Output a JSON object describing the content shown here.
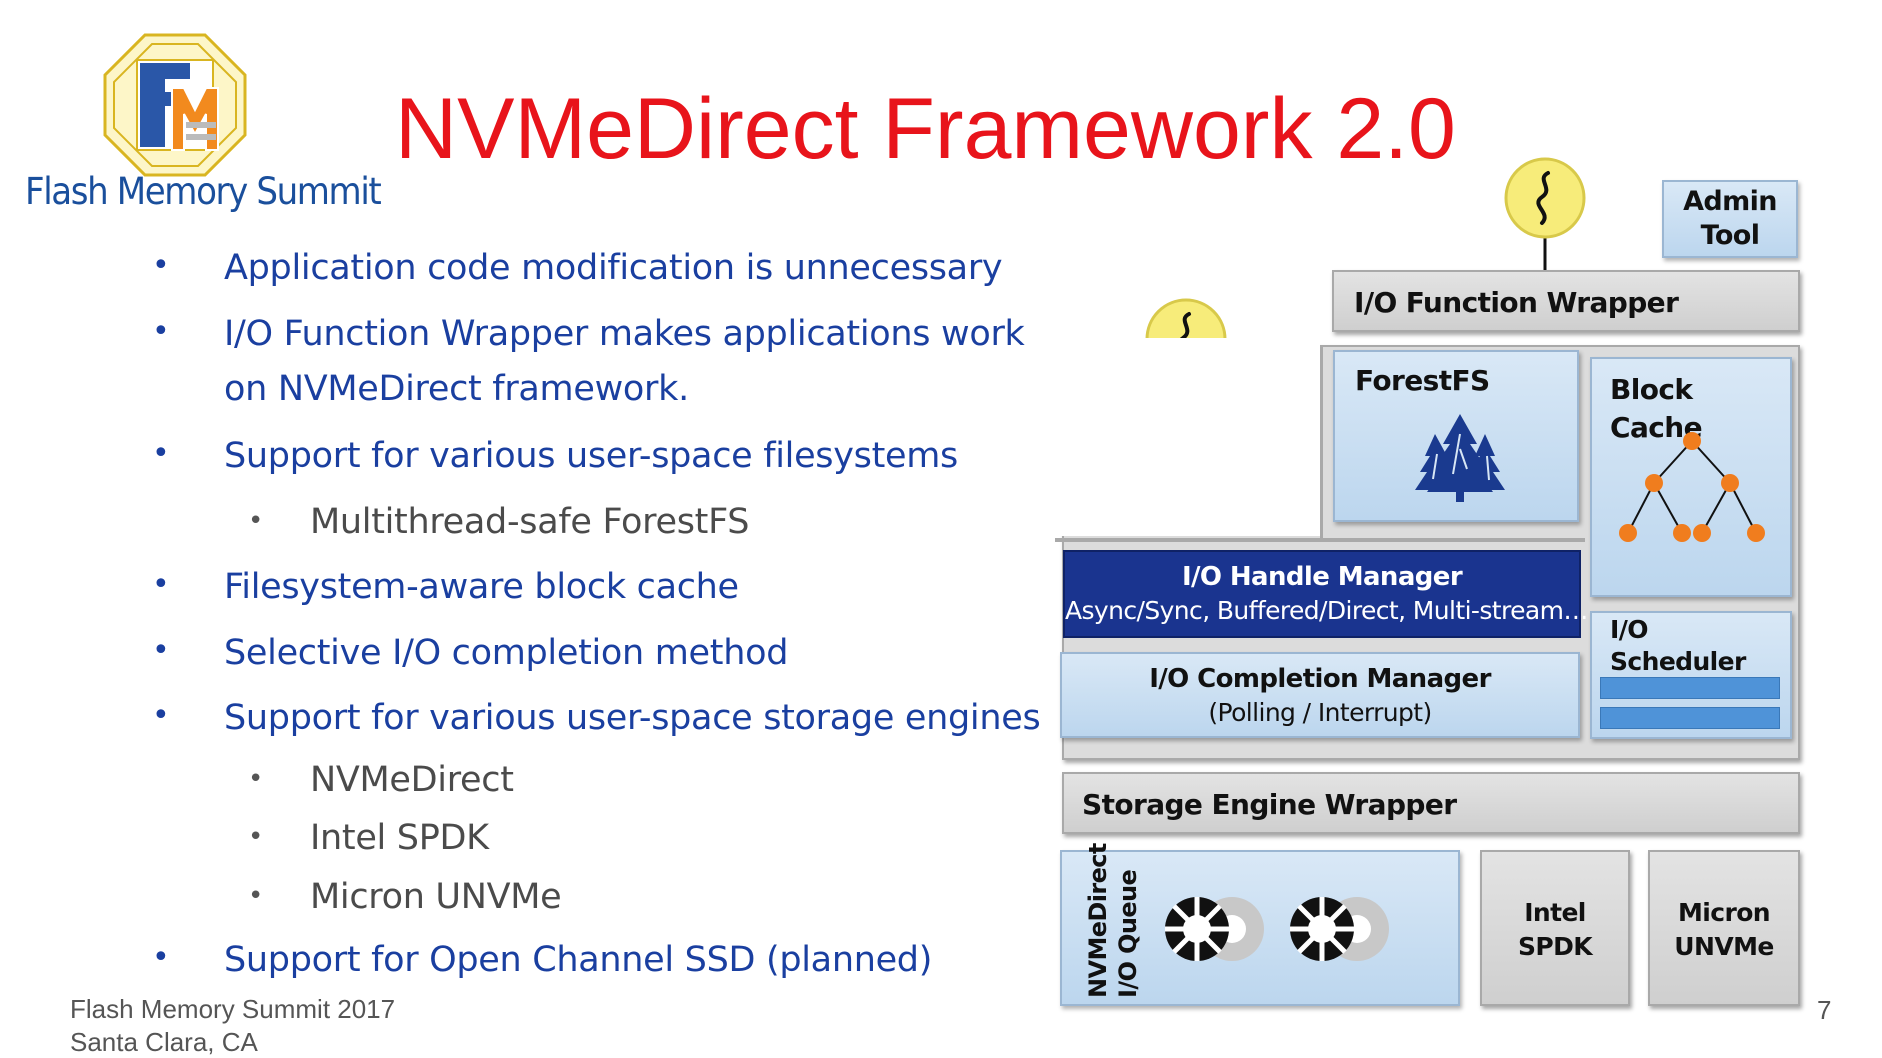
{
  "logo": {
    "text": "Flash Memory Summit"
  },
  "title": "NVMeDirect Framework 2.0",
  "bullets": [
    {
      "level": 1,
      "text": "Application code modification is unnecessary"
    },
    {
      "level": 1,
      "text": "I/O Function Wrapper makes applications work"
    },
    {
      "level": 1,
      "text": "on NVMeDirect framework.",
      "continuation": true
    },
    {
      "level": 1,
      "text": "Support for various user-space filesystems"
    },
    {
      "level": 2,
      "text": "Multithread-safe ForestFS"
    },
    {
      "level": 1,
      "text": "Filesystem-aware block cache"
    },
    {
      "level": 1,
      "text": "Selective I/O completion method"
    },
    {
      "level": 1,
      "text": "Support for various user-space storage engines"
    },
    {
      "level": 2,
      "text": "NVMeDirect"
    },
    {
      "level": 2,
      "text": "Intel SPDK"
    },
    {
      "level": 2,
      "text": "Micron UNVMe"
    },
    {
      "level": 1,
      "text": "Support for Open Channel SSD (planned)"
    }
  ],
  "bullet_glyph": "•",
  "footer": {
    "line1": "Flash Memory Summit 2017",
    "line2": "Santa Clara, CA"
  },
  "page_number": "7",
  "diagram": {
    "admin_tool": [
      "Admin",
      "Tool"
    ],
    "io_function_wrapper": "I/O Function Wrapper",
    "forestfs": "ForestFS",
    "block_cache": [
      "Block",
      "Cache"
    ],
    "io_handle_manager": {
      "title": "I/O Handle Manager",
      "subtitle": "Async/Sync, Buffered/Direct, Multi-stream…"
    },
    "io_completion_manager": {
      "title": "I/O Completion Manager",
      "subtitle": "(Polling / Interrupt)"
    },
    "io_scheduler": [
      "I/O",
      "Scheduler"
    ],
    "storage_engine_wrapper": "Storage Engine Wrapper",
    "nvmedirect_queue": [
      "NVMeDirect",
      "I/O Queue"
    ],
    "intel_spdk": [
      "Intel",
      "SPDK"
    ],
    "micron_unvme": [
      "Micron",
      "UNVMe"
    ],
    "colors": {
      "dark_blue": "#1a348f",
      "light_blue": "#c9ddf1",
      "gray": "#d8d8d8",
      "tree_node": "#f07d1e",
      "thread_icon": "#f7ec7a"
    }
  }
}
